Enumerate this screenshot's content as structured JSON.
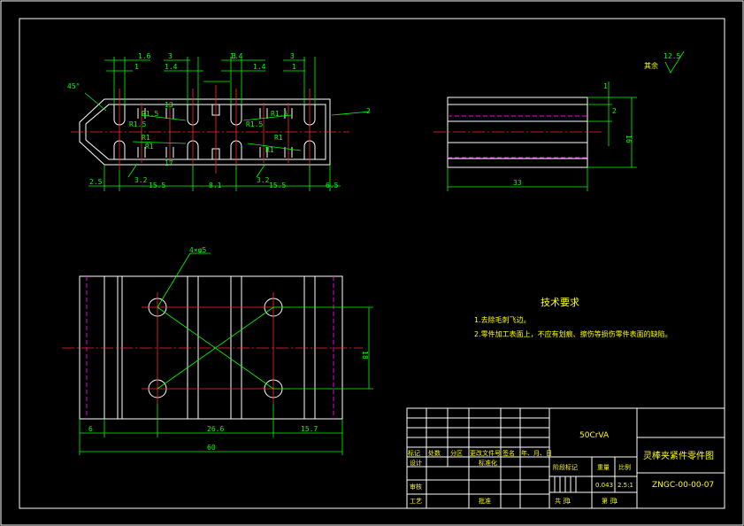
{
  "colors": {
    "frame": "#ffffff",
    "dimension": "#00ff00",
    "center": "#ff2a2a",
    "hidden": "#ff00ff",
    "text": "#ffff00"
  },
  "top_view": {
    "dims_top": [
      "1.6",
      "3",
      "1.4",
      "3",
      "1.4",
      "3",
      "1"
    ],
    "dims_top2": [
      "1",
      "1.4"
    ],
    "angle": "45°",
    "r_labels": [
      "R1.5",
      "R1.5",
      "R1.5",
      "R1.5"
    ],
    "r2_labels": [
      "R1",
      "R1",
      "R1",
      "R1"
    ],
    "dims_bottom": [
      "2.5",
      "3.2",
      "15.5",
      "8.1",
      "3.2",
      "15.5",
      "6.5"
    ],
    "side_small": [
      "13",
      "17"
    ],
    "right_mark": "2"
  },
  "side_view": {
    "width": "33",
    "height": "16",
    "dims_right": [
      "1",
      "2"
    ]
  },
  "bottom_view": {
    "holes_label": "4×φ5",
    "dim_height": "18",
    "dims_bottom": [
      "6",
      "26.6",
      "15.7"
    ],
    "total_width": "60"
  },
  "roughness": {
    "label": "其余",
    "value": "12.5"
  },
  "tech": {
    "title": "技术要求",
    "items": [
      "1.去除毛刺飞边。",
      "2.零件加工表面上，不应有划痕、擦伤等损伤零件表面的缺陷。"
    ]
  },
  "title_block": {
    "material": "50CrVA",
    "part_name": "灵棒夹紧件零件图",
    "drawing_no": "ZNGC-00-00-07",
    "header_cells": [
      "标记",
      "处数",
      "分区",
      "更改文件号",
      "签名",
      "年、月、日"
    ],
    "row_design": [
      "设计",
      "标准化"
    ],
    "row_check": [
      "审核"
    ],
    "row_process": [
      "工艺",
      "批准"
    ],
    "stage_label": "阶段标记",
    "weight_label": "重量",
    "scale_label": "比例",
    "weight_value": "0.043",
    "scale_value": "2.5:1",
    "sheets_total": "共 页",
    "sheets_num": "第 页",
    "sheet_count": "1",
    "sheet_index": "1"
  }
}
